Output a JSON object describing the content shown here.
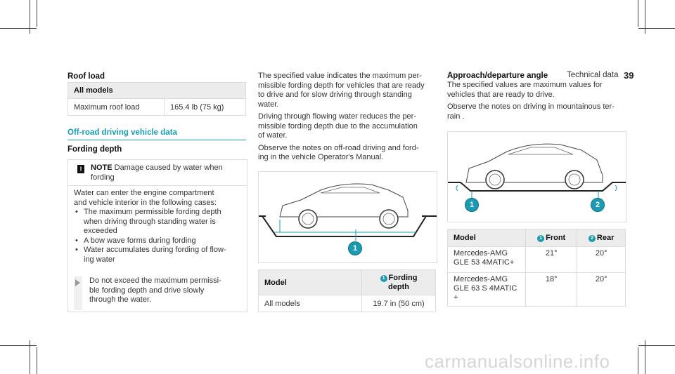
{
  "header": {
    "section": "Technical data",
    "page_number": "39"
  },
  "roof_load": {
    "title": "Roof load",
    "table_header": "All models",
    "row_label": "Maximum roof load",
    "row_value": "165.4 lb (75 kg)"
  },
  "offroad": {
    "title": "Off-road driving vehicle data",
    "fording_title": "Fording depth",
    "note_label": "NOTE",
    "note_line1": "Damage caused by water when",
    "note_line2": "fording",
    "note_body_line1": "Water can enter the engine compartment",
    "note_body_line2": "and vehicle interior in the following cases:",
    "bullets": [
      [
        "The maximum permissible fording depth",
        "when driving through standing water is",
        "exceeded"
      ],
      [
        "A bow wave forms during fording"
      ],
      [
        "Water accumulates during fording of flow-",
        "ing water"
      ]
    ],
    "action_lines": [
      "Do not exceed the maximum permissi-",
      "ble fording depth and drive slowly",
      "through the water."
    ]
  },
  "middle": {
    "para1": [
      "The specified value indicates the maximum per-",
      "missible fording depth for vehicles that are ready",
      "to drive and for slow driving through standing",
      "water."
    ],
    "para2": [
      "Driving through flowing water reduces the per-",
      "missible fording depth due to the accumulation",
      "of water."
    ],
    "para3": [
      "Observe the notes on off-road driving and ford-",
      "ing in the vehicle Operator's Manual."
    ],
    "callout_1": "1",
    "table": {
      "col_model": "Model",
      "col_depth_line1": "Fording",
      "col_depth_line2": "depth",
      "row_model": "All models",
      "row_depth": "19.7 in (50 cm)"
    }
  },
  "right": {
    "title": "Approach/departure angle",
    "para1": [
      "The specified values are maximum values for",
      "vehicles that are ready to drive."
    ],
    "para2": [
      "Observe the notes on driving in mountainous ter-",
      "rain ."
    ],
    "callout_1": "1",
    "callout_2": "2",
    "table": {
      "col_model": "Model",
      "col_front": "Front",
      "col_rear": "Rear",
      "rows": [
        {
          "model": [
            "Mercedes-AMG",
            "GLE 53 4MATIC+"
          ],
          "front": "21°",
          "rear": "20°"
        },
        {
          "model": [
            "Mercedes-AMG",
            "GLE 63 S 4MATIC",
            "+"
          ],
          "front": "18°",
          "rear": "20°"
        }
      ]
    }
  },
  "watermark": "carmanualsonline.info"
}
